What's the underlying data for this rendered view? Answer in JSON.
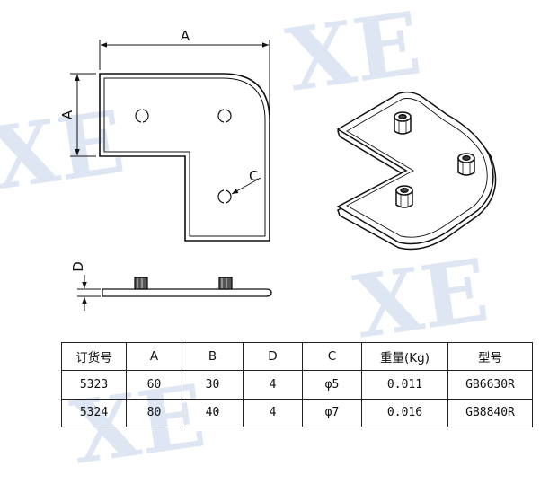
{
  "watermark": {
    "text": "XE"
  },
  "drawing": {
    "dim_a_top": "A",
    "dim_a_left": "A",
    "dim_c": "C",
    "dim_d": "D"
  },
  "table": {
    "headers": [
      "订货号",
      "A",
      "B",
      "D",
      "C",
      "重量(Kg)",
      "型号"
    ],
    "rows": [
      [
        "5323",
        "60",
        "30",
        "4",
        "φ5",
        "0.011",
        "GB6630R"
      ],
      [
        "5324",
        "80",
        "40",
        "4",
        "φ7",
        "0.016",
        "GB8840R"
      ]
    ]
  }
}
